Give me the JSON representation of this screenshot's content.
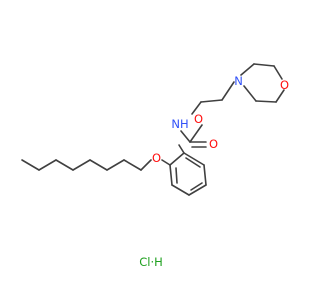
{
  "molecule": {
    "atom_labels": {
      "morpholine_n": "N",
      "morpholine_o": "O",
      "ester_o": "O",
      "carbonyl_o": "O",
      "amide_n": "NH",
      "ether_o": "O"
    },
    "salt_label": "Cl·H",
    "colors": {
      "bond": "#404040",
      "nitrogen": "#3050F8",
      "oxygen": "#FF0D0D",
      "halogen_salt": "#1FA01F"
    }
  }
}
